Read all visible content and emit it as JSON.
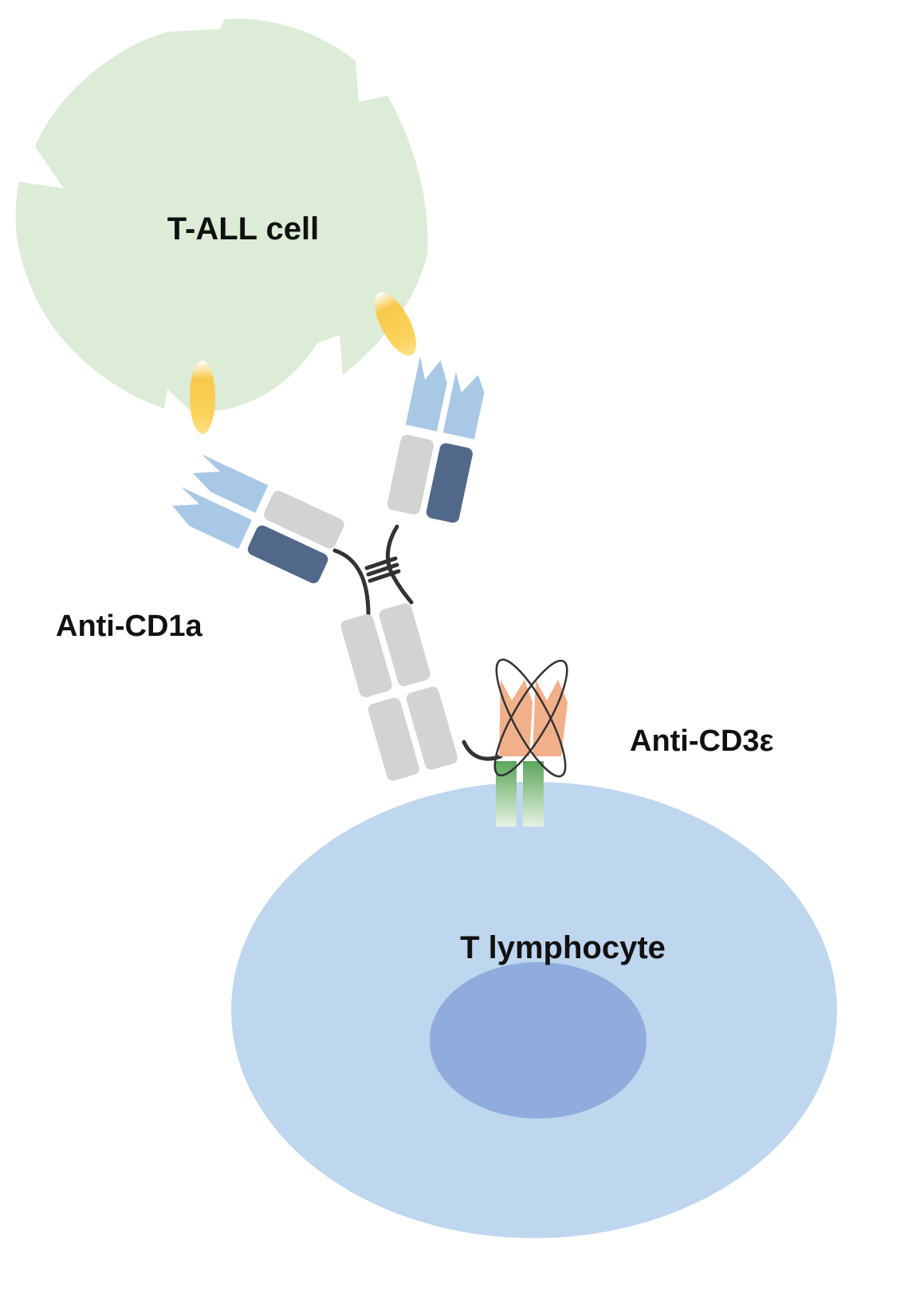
{
  "diagram": {
    "labels": {
      "tall_cell": "T-ALL cell",
      "anti_cd1a": "Anti-CD1a",
      "anti_cd3e": "Anti-CD3ε",
      "t_lymphocyte": "T lymphocyte"
    },
    "colors": {
      "tall_cell_fill": "#dcecd6",
      "t_lymphocyte_fill": "#bed6ee",
      "nucleus_fill": "#8facdc",
      "antigen_yellow": "#f7c94a",
      "light_chain_variable": "#a8c8e6",
      "heavy_chain_constant": "#d3d3d3",
      "light_chain_constant": "#52688a",
      "anti_cd3_domain": "#f2b08a",
      "cd3_receptor_green": "#5ba65a",
      "linker": "#333333"
    }
  }
}
